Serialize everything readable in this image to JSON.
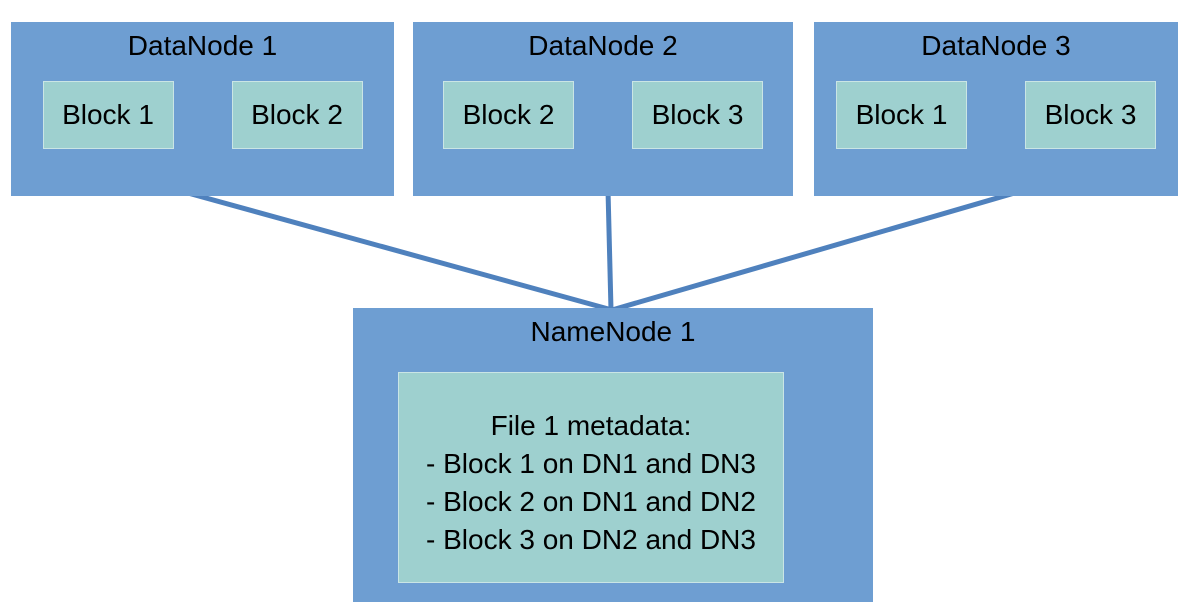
{
  "colors": {
    "background": "#FFFFFF",
    "node-fill": "#6E9ED2",
    "block-fill": "#9ED0CF",
    "connector": "#4F81BD",
    "text": "#000000"
  },
  "datanodes": [
    {
      "title": "DataNode 1",
      "blocks": [
        "Block 1",
        "Block 2"
      ]
    },
    {
      "title": "DataNode 2",
      "blocks": [
        "Block 2",
        "Block 3"
      ]
    },
    {
      "title": "DataNode 3",
      "blocks": [
        "Block 1",
        "Block 3"
      ]
    }
  ],
  "namenode": {
    "title": "NameNode 1",
    "metadata": {
      "heading": "File 1 metadata:",
      "entries": [
        "- Block 1 on DN1 and DN3",
        "- Block 2 on DN1 and DN2",
        "- Block 3 on DN2 and DN3"
      ]
    }
  }
}
